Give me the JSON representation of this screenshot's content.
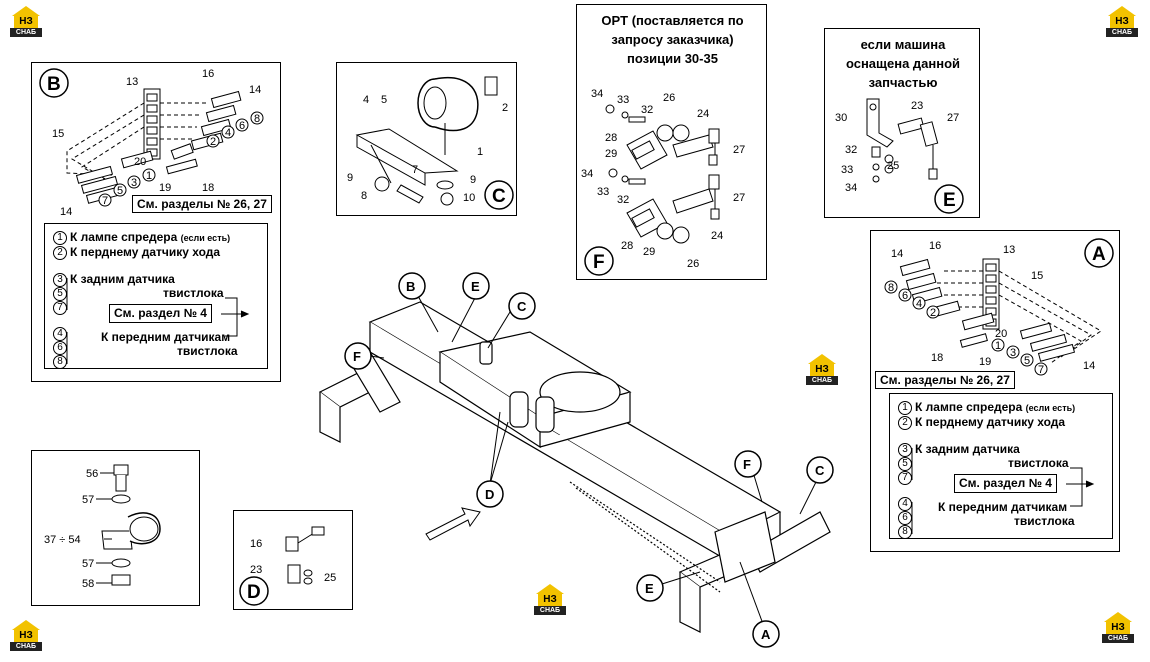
{
  "logo": {
    "mark": "НЗ",
    "sub": "СНАБ",
    "color": "#f2c200"
  },
  "panel_b": {
    "letter": "B",
    "callouts": [
      "13",
      "16",
      "14",
      "8",
      "6",
      "4",
      "2",
      "15",
      "20",
      "1",
      "3",
      "5",
      "7",
      "19",
      "18",
      "14"
    ],
    "see": "См. разделы № 26, 27"
  },
  "legend": {
    "l1": "К лампе спредера",
    "l1_note": "(если есть)",
    "l2": "К перднему датчику хода",
    "l3a": "К задним датчика",
    "l3b": "твистлока",
    "see4": "См. раздел № 4",
    "l4a": "К передним датчикам",
    "l4b": "твистлока",
    "n": [
      "1",
      "2",
      "3",
      "5",
      "7",
      "4",
      "6",
      "8"
    ]
  },
  "panel_c": {
    "letter": "C",
    "callouts": [
      "2",
      "4",
      "5",
      "1",
      "9",
      "7",
      "9",
      "8",
      "10"
    ]
  },
  "panel_f": {
    "letter": "F",
    "title1": "OPT (поставляется по",
    "title2": "запросу заказчика)",
    "title3": "позиции 30-35",
    "callouts": [
      "34",
      "33",
      "32",
      "26",
      "24",
      "28",
      "29",
      "27",
      "34",
      "33",
      "32",
      "27",
      "28",
      "29",
      "24",
      "26"
    ]
  },
  "panel_e": {
    "letter": "E",
    "title1": "если машина",
    "title2": "оснащена данной",
    "title3": "запчастью",
    "callouts": [
      "30",
      "23",
      "27",
      "32",
      "25",
      "33",
      "34"
    ]
  },
  "panel_a": {
    "letter": "A",
    "callouts": [
      "14",
      "16",
      "13",
      "8",
      "6",
      "4",
      "2",
      "15",
      "20",
      "18",
      "19",
      "1",
      "3",
      "5",
      "7",
      "14"
    ],
    "see": "См. разделы № 26, 27"
  },
  "panel_small": {
    "callouts": [
      "56",
      "57",
      "37 ÷ 54",
      "57",
      "58"
    ]
  },
  "panel_d": {
    "letter": "D",
    "callouts": [
      "16",
      "23",
      "25"
    ]
  },
  "main": {
    "labels": [
      "B",
      "E",
      "C",
      "F",
      "D",
      "F",
      "C",
      "E",
      "A"
    ]
  }
}
